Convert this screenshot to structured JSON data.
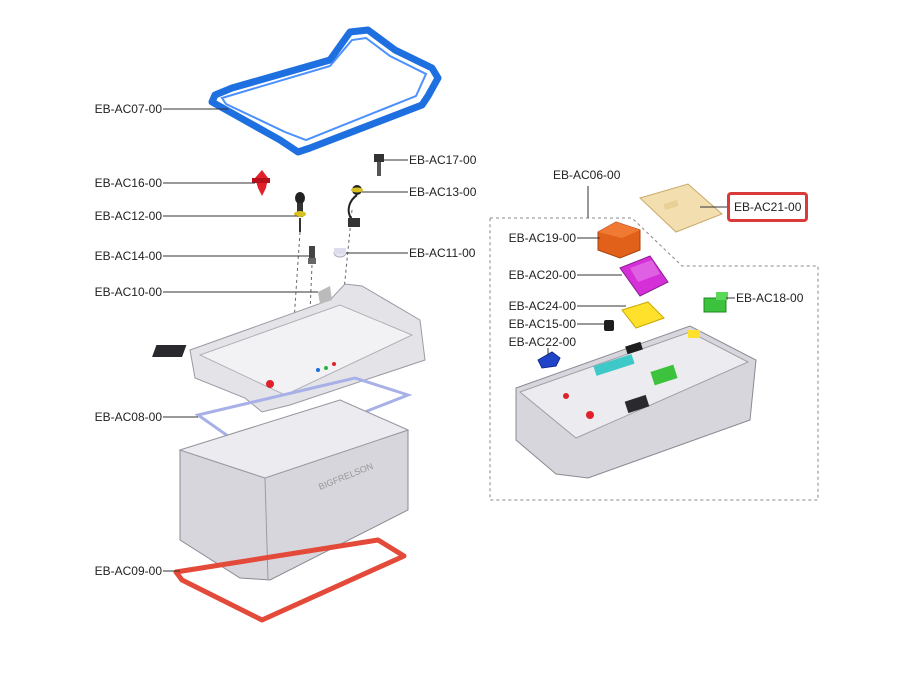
{
  "parts_diagram": {
    "highlighted_part": "EB-AC21-00",
    "accent_color": "#d93a3a",
    "labels": {
      "ac07": "EB-AC07-00",
      "ac16": "EB-AC16-00",
      "ac12": "EB-AC12-00",
      "ac14": "EB-AC14-00",
      "ac10": "EB-AC10-00",
      "ac08": "EB-AC08-00",
      "ac09": "EB-AC09-00",
      "ac17": "EB-AC17-00",
      "ac13": "EB-AC13-00",
      "ac11": "EB-AC11-00",
      "ac06": "EB-AC06-00",
      "ac21": "EB-AC21-00",
      "ac19": "EB-AC19-00",
      "ac20": "EB-AC20-00",
      "ac18": "EB-AC18-00",
      "ac24": "EB-AC24-00",
      "ac15": "EB-AC15-00",
      "ac22": "EB-AC22-00"
    },
    "housing_logo": "BIGFRELSON"
  }
}
